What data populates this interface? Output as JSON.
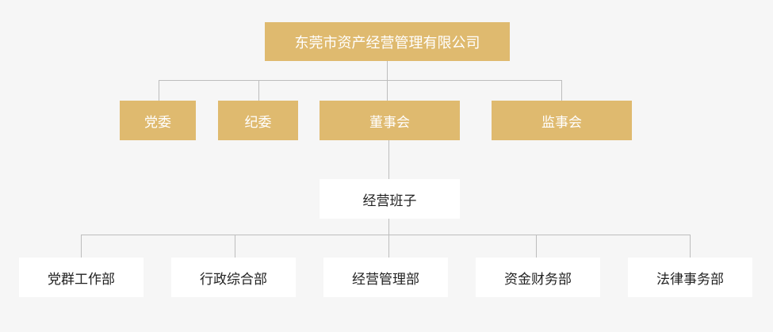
{
  "org_chart": {
    "root": {
      "label": "东莞市资产经营管理有限公司"
    },
    "supervision": [
      {
        "label": "党委"
      },
      {
        "label": "纪委"
      },
      {
        "label": "董事会"
      },
      {
        "label": "监事会"
      }
    ],
    "management": {
      "label": "经营班子"
    },
    "departments": [
      {
        "label": "党群工作部"
      },
      {
        "label": "行政综合部"
      },
      {
        "label": "经营管理部"
      },
      {
        "label": "资金财务部"
      },
      {
        "label": "法律事务部"
      }
    ]
  },
  "colors": {
    "gold_node": "#dfba6f",
    "white_node": "#ffffff",
    "connector": "#bdbdbd",
    "background": "#f6f6f6"
  }
}
